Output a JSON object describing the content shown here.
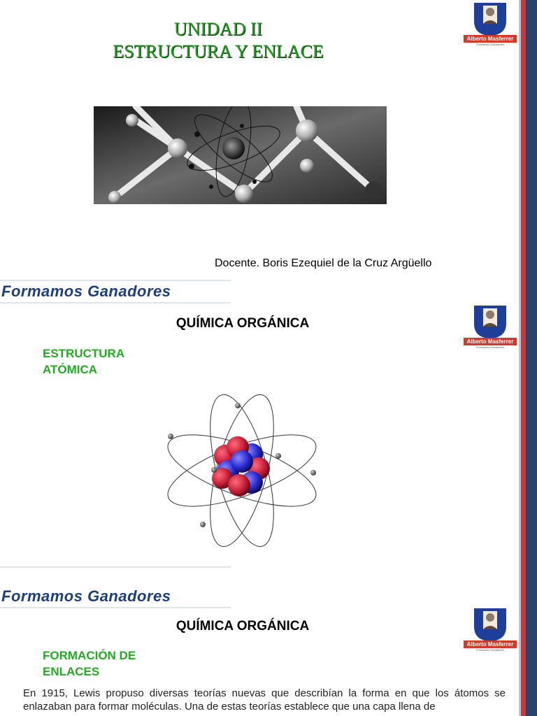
{
  "slide1": {
    "title_line1": "UNIDAD II",
    "title_line2": "ESTRUCTURA Y ENLACE",
    "docente": "Docente. Boris Ezequiel de la Cruz Argüello"
  },
  "logo": {
    "name": "Alberto Masferrer",
    "tagline": "Formamos Ganadores"
  },
  "brand_text": "Formamos Ganadores",
  "slide2": {
    "heading": "QUÍMICA ORGÁNICA",
    "subheading_line1": "ESTRUCTURA",
    "subheading_line2": "ATÓMICA"
  },
  "slide3": {
    "heading": "QUÍMICA ORGÁNICA",
    "subheading_line1": "FORMACIÓN DE",
    "subheading_line2": "ENLACES",
    "paragraph": "En 1915, Lewis propuso diversas teorías nuevas que describían la forma en que los átomos se enlazaban para formar moléculas. Una de estas teorías establece que una capa llena de"
  },
  "colors": {
    "title_green": "#229b22",
    "subtitle_green": "#22aa22",
    "brand_blue": "#1d3f7a",
    "bar_red": "#c03a3f",
    "bar_navy": "#2a4368"
  }
}
